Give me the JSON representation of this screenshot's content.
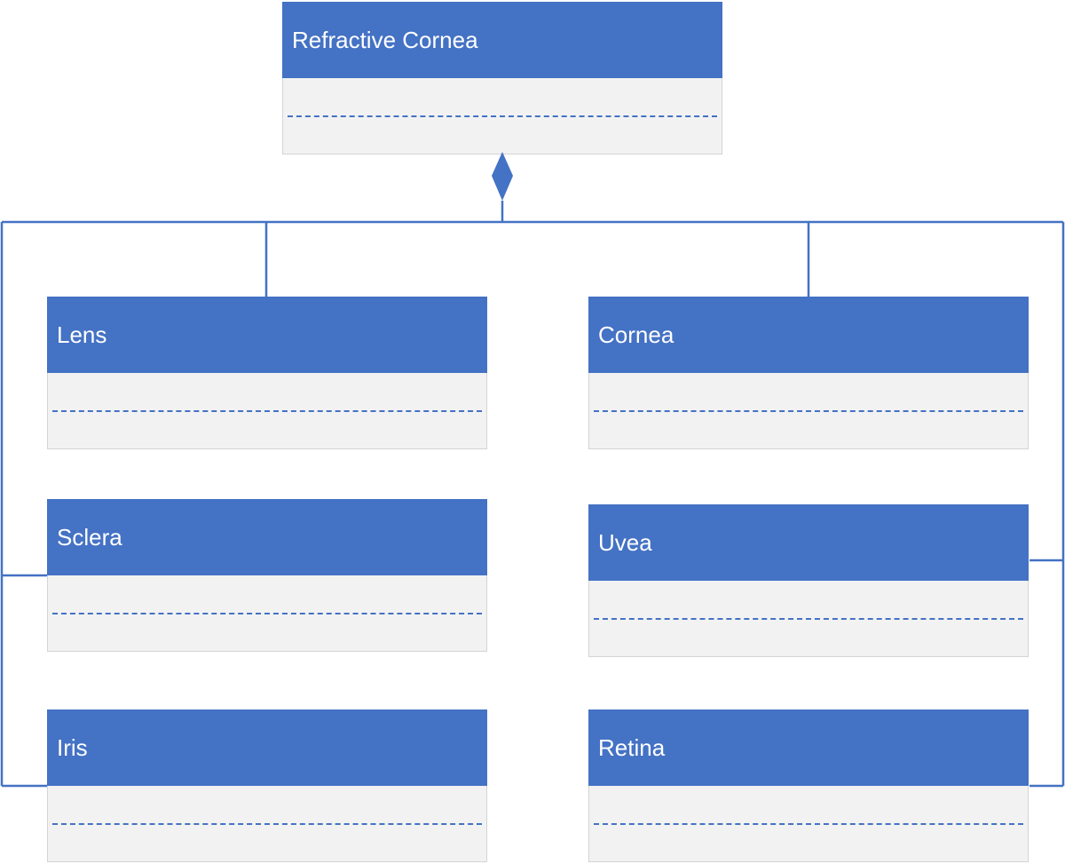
{
  "colors": {
    "header_fill": "#4472c4",
    "body_fill": "#f2f2f2",
    "connector": "#4472c4",
    "divider": "#4472c4"
  },
  "diagram": {
    "relationship": "composition",
    "parent": {
      "id": "refractive-cornea",
      "title": "Refractive Cornea"
    },
    "children": [
      {
        "id": "lens",
        "title": "Lens"
      },
      {
        "id": "cornea",
        "title": "Cornea"
      },
      {
        "id": "sclera",
        "title": "Sclera"
      },
      {
        "id": "uvea",
        "title": "Uvea"
      },
      {
        "id": "iris",
        "title": "Iris"
      },
      {
        "id": "retina",
        "title": "Retina"
      }
    ]
  }
}
